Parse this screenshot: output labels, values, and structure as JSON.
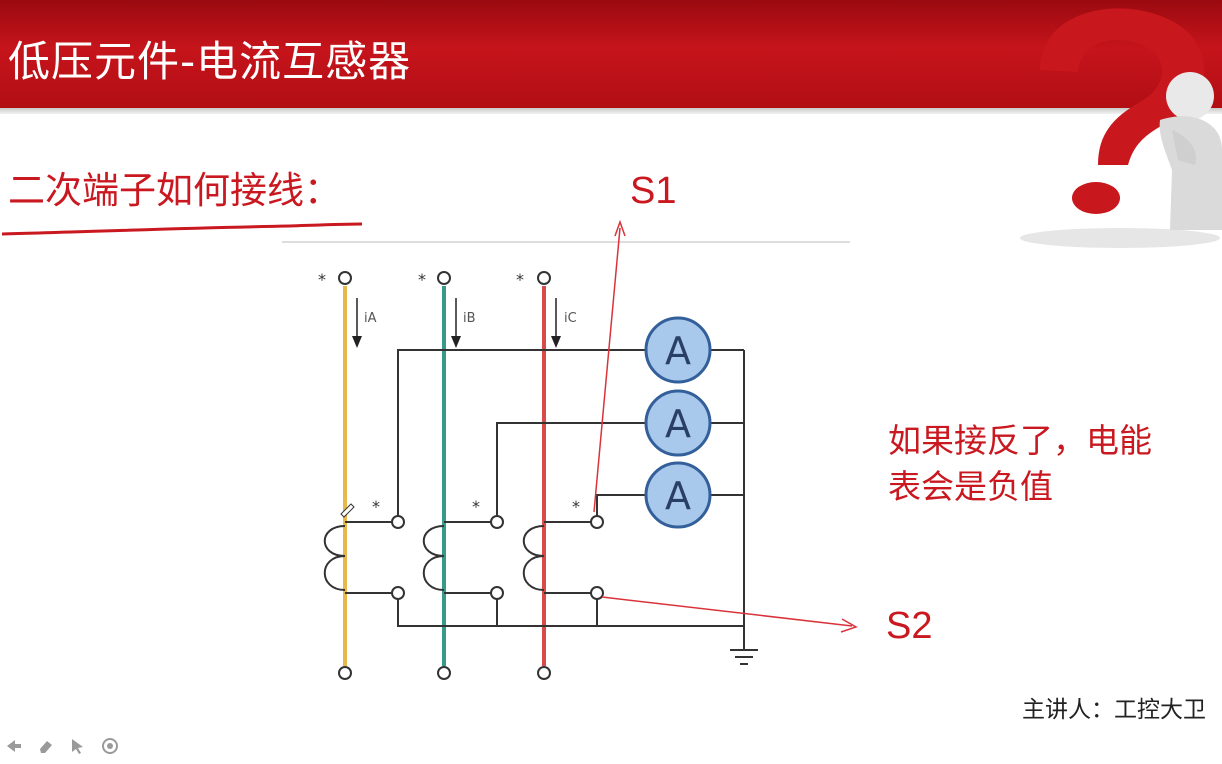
{
  "slide": {
    "title": "低压元件-电流互感器",
    "subtitle": "二次端子如何接线：",
    "note": "如果接反了，电能表会是负值",
    "presenter": "主讲人：工控大卫"
  },
  "diagram": {
    "s1_label": "S1",
    "s2_label": "S2",
    "current_labels": [
      "iA",
      "iB",
      "iC"
    ],
    "ammeter_label": "A",
    "polarity_mark": "*",
    "phase_colors": [
      "#e8b84a",
      "#3a9a8a",
      "#d94a4a"
    ]
  },
  "toolbar": {
    "icons": [
      "pointer-arrow-icon",
      "eraser-icon",
      "cursor-icon",
      "record-icon"
    ]
  }
}
